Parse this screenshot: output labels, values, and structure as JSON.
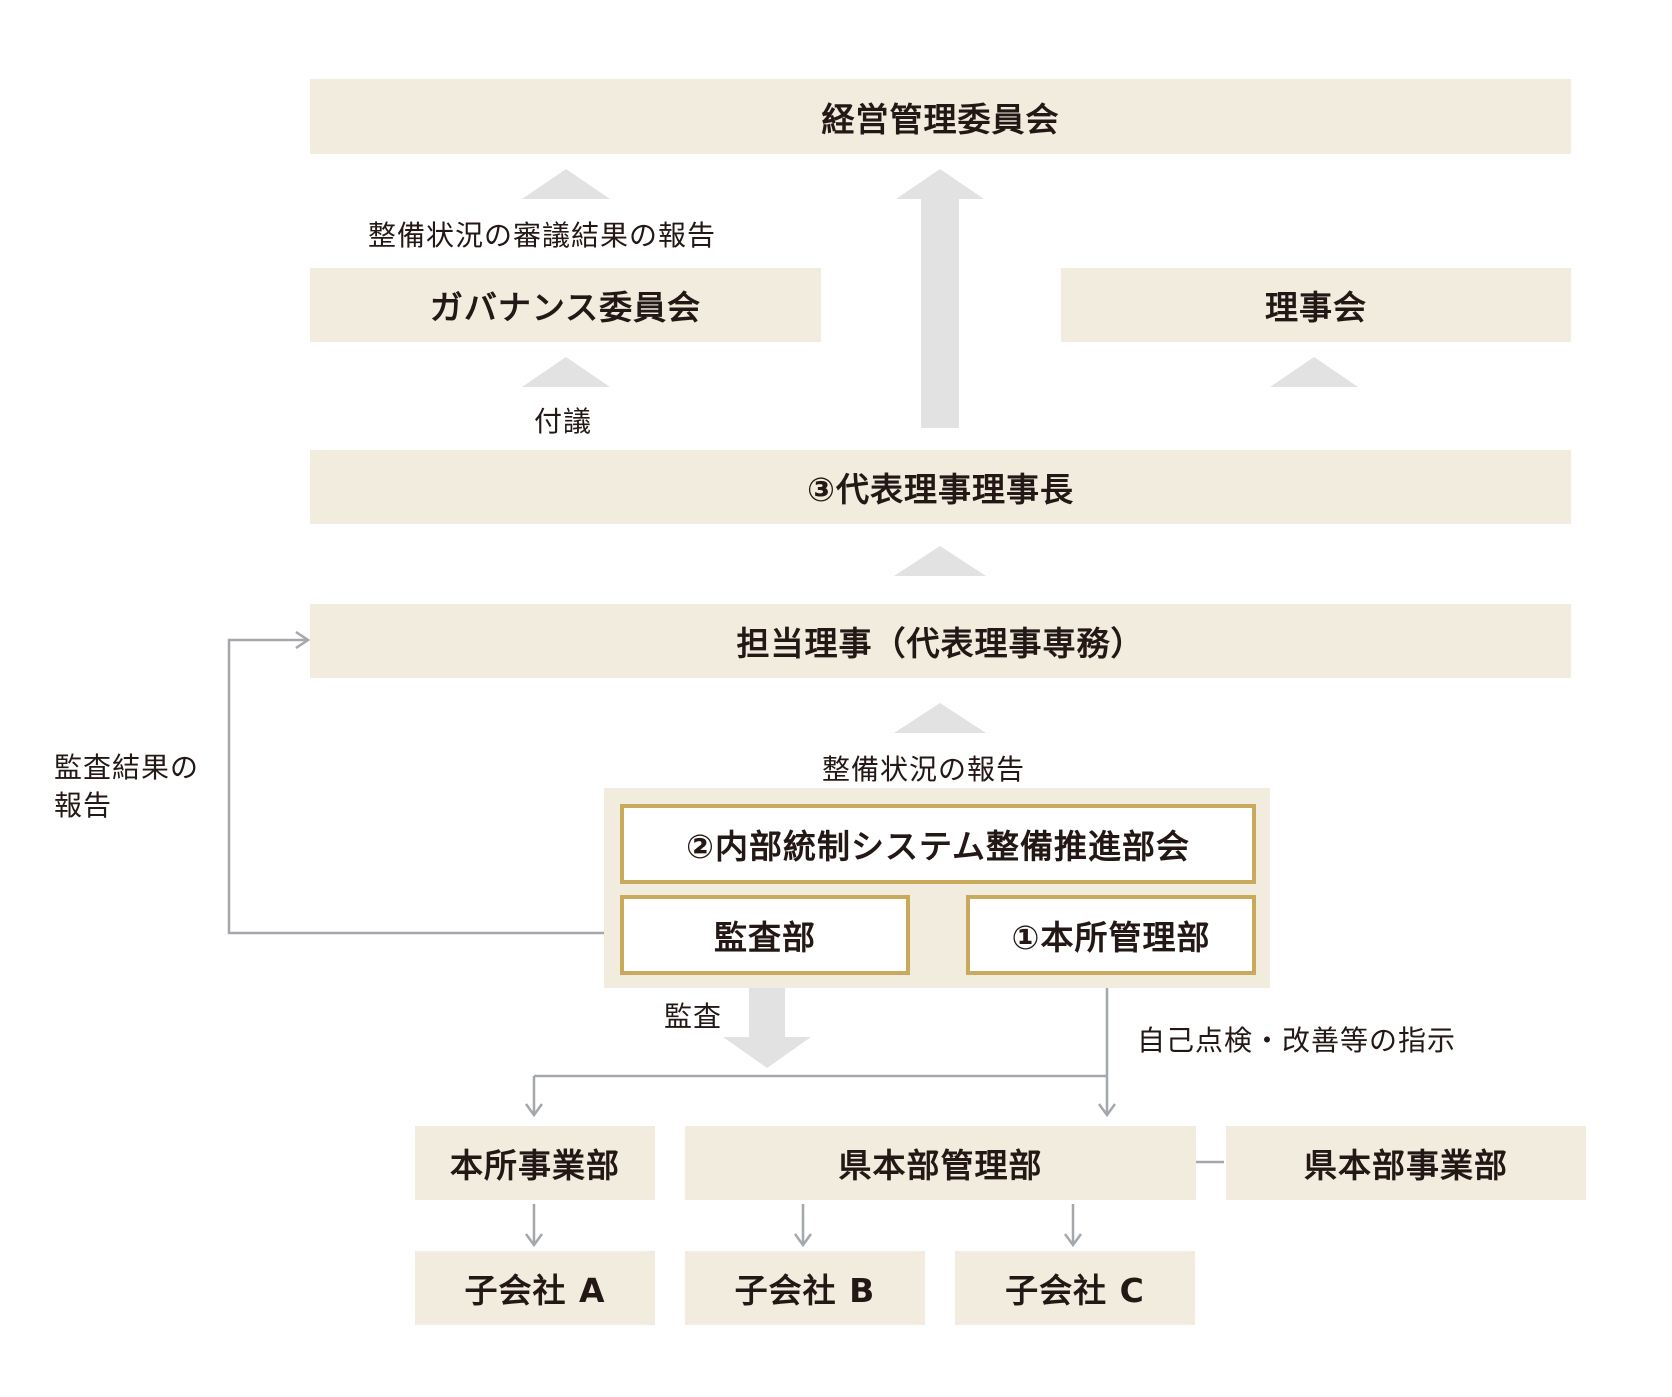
{
  "nodes": {
    "management_committee": "経営管理委員会",
    "governance_committee": "ガバナンス委員会",
    "board_of_directors": "理事会",
    "representative_director": "③代表理事理事長",
    "responsible_director": "担当理事（代表理事専務）",
    "promotion_committee": "②内部統制システム整備推進部会",
    "audit_department": "監査部",
    "head_office_management": "①本所管理部",
    "head_office_business": "本所事業部",
    "prefecture_management": "県本部管理部",
    "prefecture_business": "県本部事業部",
    "subsidiary_a": "子会社 A",
    "subsidiary_b": "子会社 B",
    "subsidiary_c": "子会社 C"
  },
  "labels": {
    "deliberation_report": "整備状況の審議結果の報告",
    "referral": "付議",
    "status_report": "整備状況の報告",
    "audit_result_report_line1": "監査結果の",
    "audit_result_report_line2": "報告",
    "audit": "監査",
    "self_check_instruction": "自己点検・改善等の指示"
  },
  "colors": {
    "box_fill": "#f2ecde",
    "box_border": "#c9a95c",
    "big_arrow": "#e2e2e2",
    "connector": "#a4a8ad",
    "text": "#231815"
  }
}
